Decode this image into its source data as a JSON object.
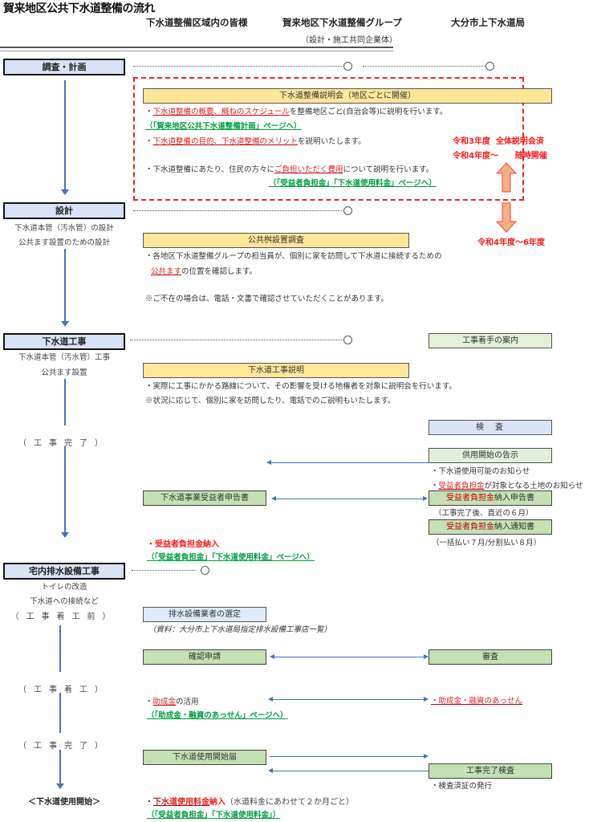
{
  "title": "賀来地区公共下水道整備の流れ",
  "columns": {
    "residents": "下水道整備区域内の皆様",
    "group": "賀来地区下水道整備グループ",
    "group_sub": "（設計・施工共同企業体）",
    "bureau": "大分市上下水道局"
  },
  "stages": {
    "survey": {
      "label": "調査・計画"
    },
    "design": {
      "label": "設計",
      "notes": [
        "下水道本管（汚水管）の設計",
        "公共ます設置のための設計"
      ]
    },
    "construction": {
      "label": "下水道工事",
      "notes": [
        "下水道本管（汚水管）工事",
        "公共ます設置"
      ],
      "complete": "（工事完了）"
    },
    "indoor": {
      "label": "宅内排水設備工事",
      "notes": [
        "トイレの改造",
        "下水道への接続など"
      ],
      "before": "（工事着工前）",
      "start": "（工事着工）",
      "complete": "（工事完了）"
    },
    "usage_start": "＜下水道使用開始＞"
  },
  "briefing": {
    "title": "下水道整備説明会（地区ごとに開催）",
    "line1_bullet": "・",
    "line1_red": "下水道整備の概要、概ねのスケジュール",
    "line1_rest": "を整備地区ごと(自治会等)に説明を行います。",
    "link1": "（「賀来地区公共下水道整備計画」ページへ）",
    "line2_bullet": "・",
    "line2_red": "下水道整備の目的、下水道整備のメリット",
    "line2_rest": "を説明いたします。",
    "line3_pre": "・下水道整備にあたり、住民の方々に",
    "line3_red": "ご負担いただく費用",
    "line3_rest": "について説明を行います。",
    "link2": "（「受益者負担金」「下水道使用料金」ページへ）",
    "note_r3_a": "令和3年度",
    "note_r3_b": "全体説明会済",
    "note_r4_a": "令和4年度～",
    "note_r4_b": "随時開催",
    "note_r4_6": "令和4年度～6年度"
  },
  "public_basin": {
    "title": "公共桝設置調査",
    "line1": "・各地区下水道整備グループの担当員が、個別に家を訪問して下水道に接続するための",
    "line2_red": "公共ます",
    "line2_rest": "の位置を確認します。",
    "line3": "※ご不在の場合は、電話・文書で確認させていただくことがあります。"
  },
  "works_explain": {
    "title": "下水道工事説明",
    "line1": "・実際に工事にかかる路線について、その影響を受ける地権者を対象に説明会を行います。",
    "line2": "※状況に応じて、個別に家を訪問したり、電話でのご説明もいたします。"
  },
  "bureau_boxes": {
    "start_notice": "工事着手の案内",
    "inspection": "検　査",
    "service_notice": "供用開始の告示",
    "service_note1": "・下水道使用可能のお知らせ",
    "service_note2_bullet": "・",
    "service_note2_red": "受益者負担金",
    "service_note2_rest": "が対象となる土地のお知らせ",
    "declaration_red": "受益者負担金",
    "declaration_rest": "納入申告書",
    "declaration_note": "（工事完了後、直近の６月）",
    "payment_red": "受益者負担金",
    "payment_rest": "納入通知書",
    "payment_note": "（一括払い７月/分割払い８月）",
    "review": "審査",
    "subsidy": "・助成金・融資のあっせん",
    "completion_inspection": "工事完了検査",
    "certificate": "・検査済証の発行"
  },
  "resident_boxes": {
    "beneficiary_declaration": "下水道事業受益者申告書",
    "payment_label": "・受益者負担金納入",
    "payment_link": "（「受益者負担金」「下水道使用料金」ページへ）",
    "contractor_select": "排水設備業者の選定",
    "contractor_note": "（資料：大分市上下水道局指定排水設備工事店一覧）",
    "confirm_apply": "確認申請",
    "subsidy_bullet": "・",
    "subsidy_red": "助成金",
    "subsidy_rest": "の活用",
    "subsidy_link": "（「助成金・融資のあっせん」ページへ）",
    "usage_notice": "下水道使用開始届",
    "fee_bullet": "・",
    "fee_red": "下水道使用料金",
    "fee_bold": "納入",
    "fee_note": "（水道料金にあわせて２か月ごと）",
    "fee_link": "（「受益者負担金」「下水道使用料金」）"
  }
}
